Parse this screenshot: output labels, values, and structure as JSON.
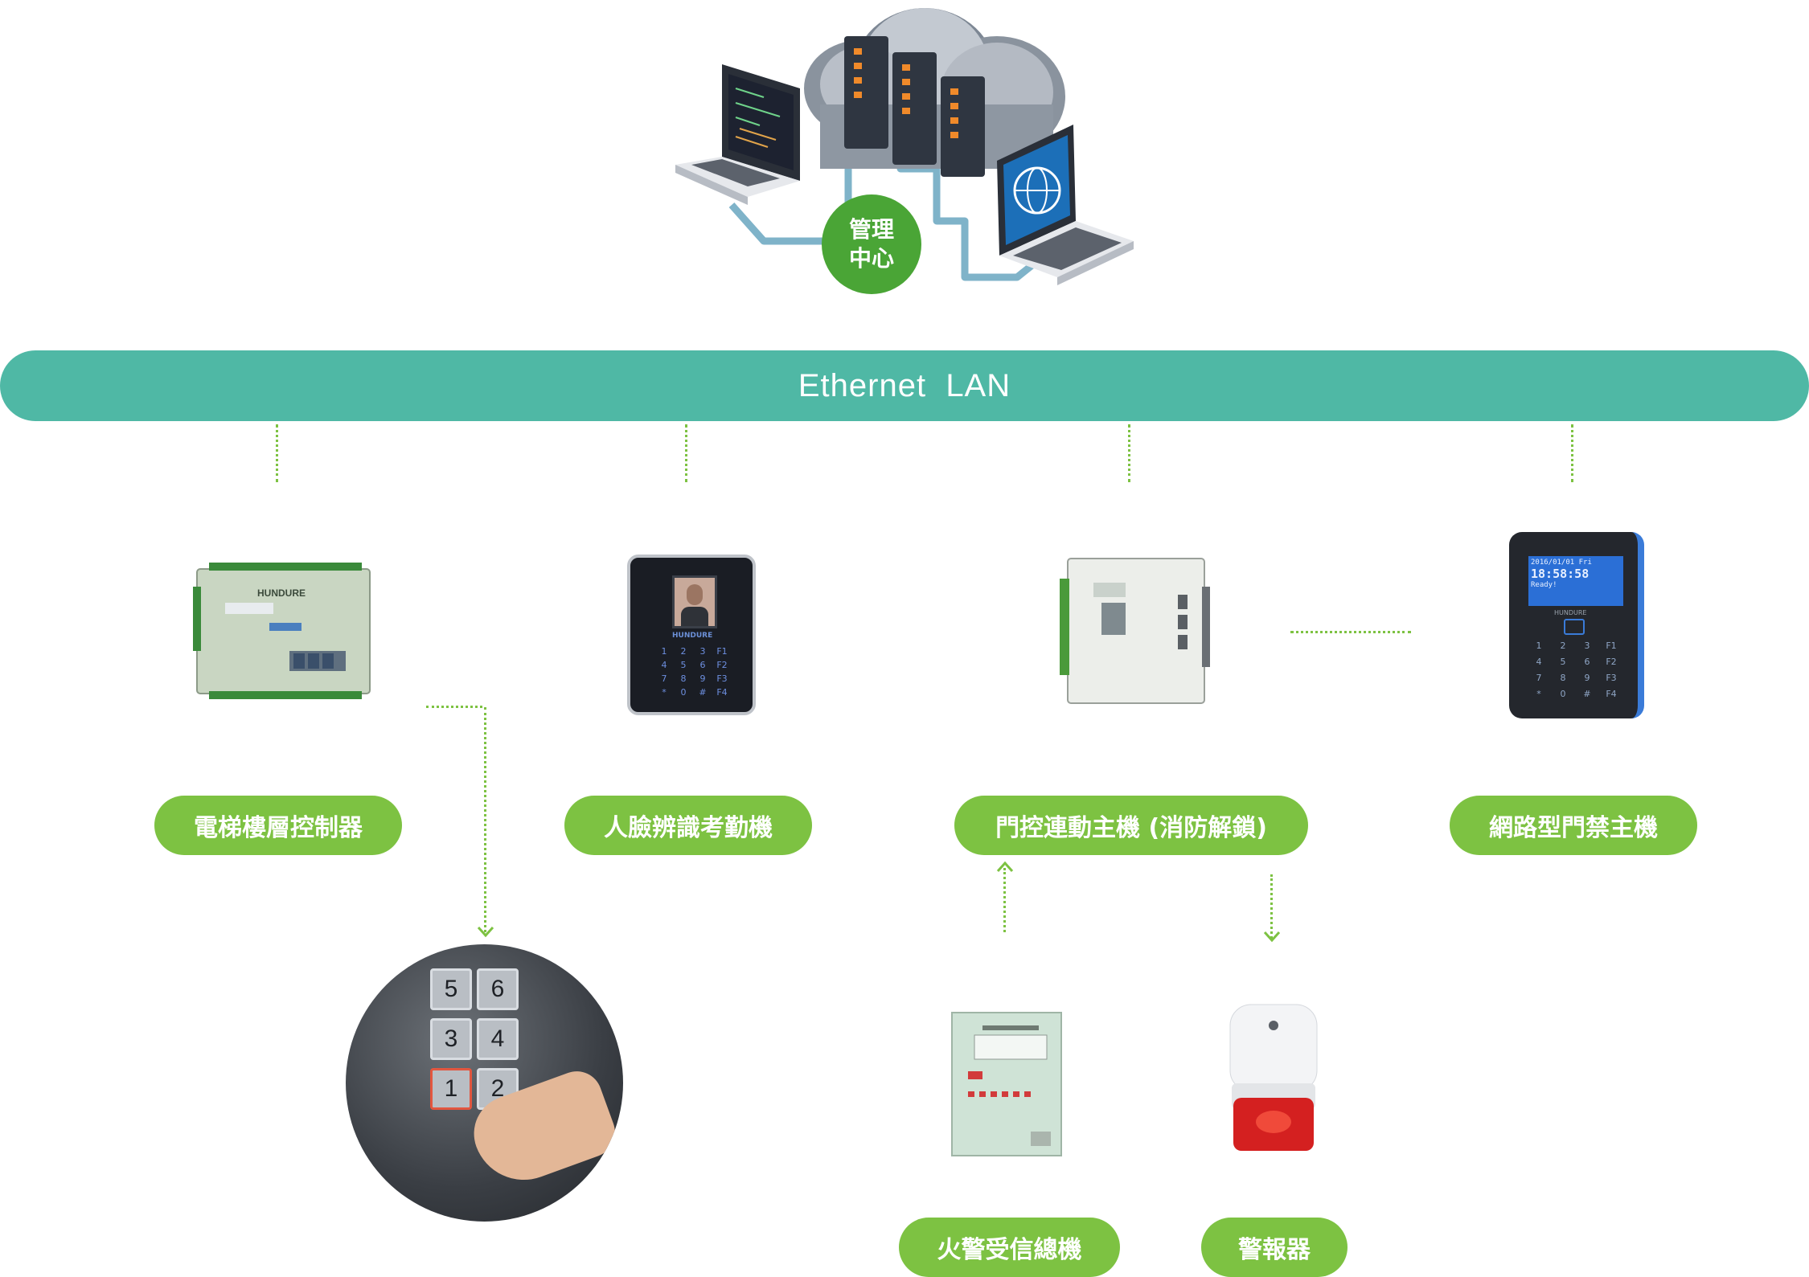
{
  "management": {
    "line1": "管理",
    "line2": "中心"
  },
  "network": {
    "label": "Ethernet  LAN"
  },
  "devices": {
    "elevator_controller": "電梯樓層控制器",
    "face_attendance": "人臉辨識考勤機",
    "door_linkage": "門控連動主機 (消防解鎖)",
    "network_access": "網路型門禁主機",
    "fire_panel": "火警受信總機",
    "alarm": "警報器"
  },
  "face_terminal": {
    "brand": "HUNDURE",
    "keys": [
      "1",
      "2",
      "3",
      "F1",
      "4",
      "5",
      "6",
      "F2",
      "7",
      "8",
      "9",
      "F3",
      "*",
      "0",
      "#",
      "F4"
    ]
  },
  "access_terminal": {
    "brand": "HUNDURE",
    "date": "2016/01/01 Fri",
    "time": "18:58:58",
    "status": "Ready!",
    "keys": [
      "1",
      "2",
      "3",
      "F1",
      "4",
      "5",
      "6",
      "F2",
      "7",
      "8",
      "9",
      "F3",
      "*",
      "0",
      "#",
      "F4"
    ]
  },
  "elevator_panel": {
    "buttons": [
      "5",
      "6",
      "3",
      "4",
      "1",
      "2"
    ]
  },
  "board_brand": "HUNDURE",
  "colors": {
    "lan": "#4fb8a5",
    "pill": "#7dc242",
    "badge": "#4aa536",
    "dash": "#7dc242"
  }
}
